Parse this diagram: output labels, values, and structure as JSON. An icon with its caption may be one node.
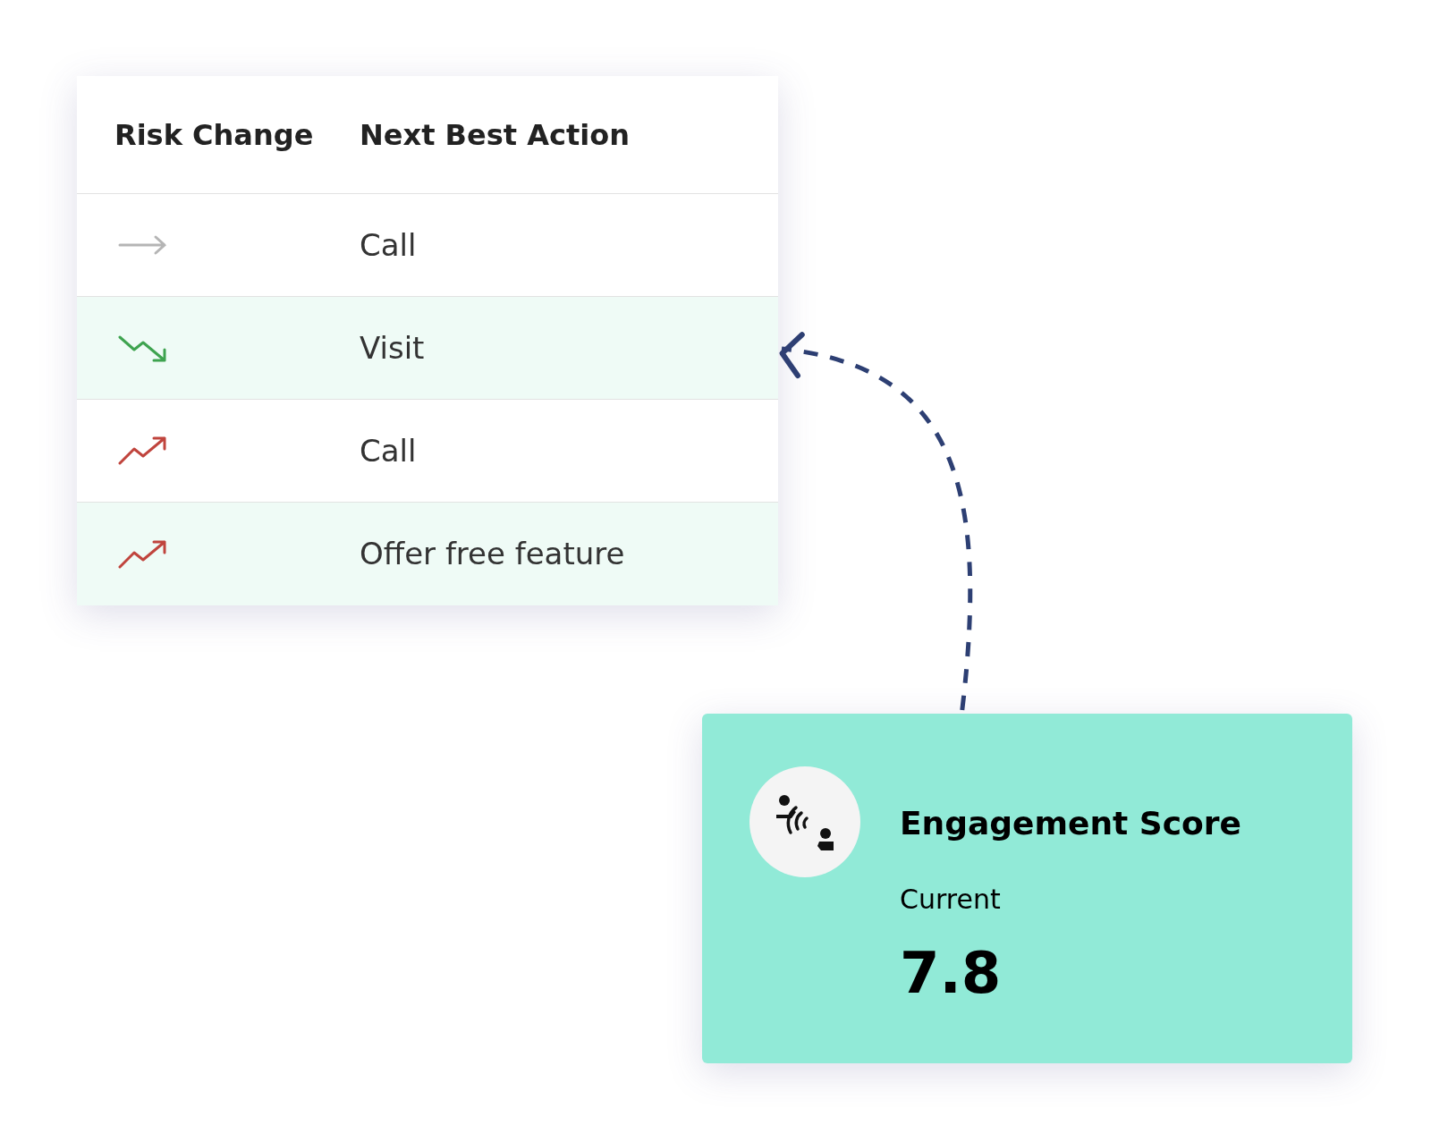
{
  "diagram": {
    "nodes": [
      {
        "text": [],
        "shape": "box"
      },
      {
        "text": [
          "Engagement Score",
          "Current",
          "7.8"
        ]
      }
    ],
    "edges": [
      {
        "from": 1,
        "to": 0,
        "arrow": "to",
        "style": "dashed",
        "color": "#2d3f73"
      }
    ],
    "labels": [
      "Risk Change",
      "Next Best Action",
      "Call",
      "Visit",
      "Call",
      "Offer free feature"
    ]
  }
}
